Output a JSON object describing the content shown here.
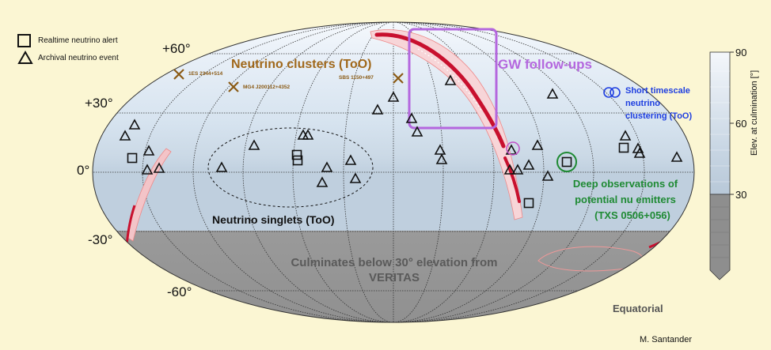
{
  "legend": {
    "alert_label": "Realtime neutrino alert",
    "archival_label": "Archival neutrino event"
  },
  "dec_labels": [
    "+60°",
    "+30°",
    "0°",
    "-30°",
    "-60°"
  ],
  "annotations": {
    "clusters": "Neutrino clusters (ToO)",
    "gw": "GW follow-ups",
    "short_timescale": [
      "Short timescale",
      "neutrino",
      "clustering (ToO)"
    ],
    "deep_obs": [
      "Deep observations of",
      "potential nu emitters",
      "(TXS 0506+056)"
    ],
    "singlets": "Neutrino singlets (ToO)",
    "culminates": [
      "Culminates below 30° elevation from",
      "VERITAS"
    ],
    "projection": "Equatorial",
    "credit": "M. Santander"
  },
  "sources": [
    "1ES 2344+514",
    "MG4 J200112+4352",
    "SBS 1150+497"
  ],
  "colorbar": {
    "title": "Elev. at culmination [°]",
    "ticks": [
      "90",
      "60",
      "30"
    ]
  },
  "colors": {
    "background": "#fbf6d3",
    "clusters": "#a0681b",
    "gw": "#b467de",
    "short_timescale": "#1f3fe0",
    "deep_obs": "#1e8a33",
    "gw_contour": "#c8102e"
  }
}
